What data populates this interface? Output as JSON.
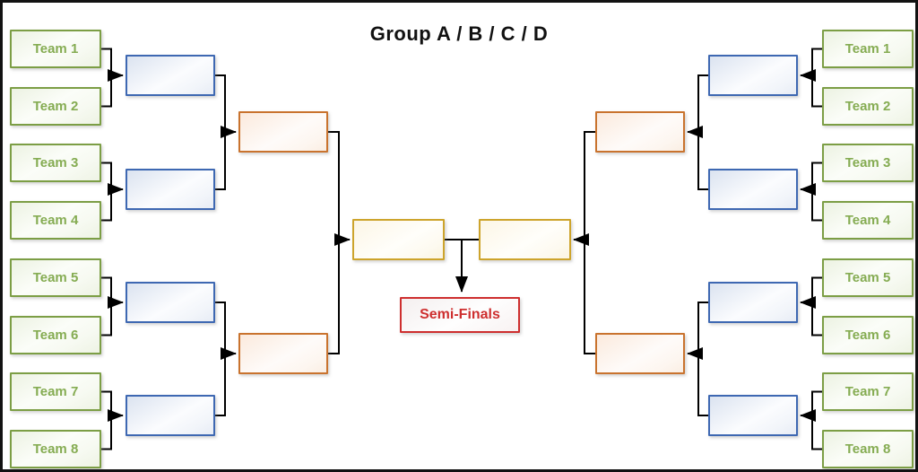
{
  "title": "Group A / B / C / D",
  "bracket": {
    "left_teams": [
      "Team 1",
      "Team 2",
      "Team 3",
      "Team 4",
      "Team 5",
      "Team 6",
      "Team 7",
      "Team 8"
    ],
    "right_teams": [
      "Team 1",
      "Team 2",
      "Team 3",
      "Team 4",
      "Team 5",
      "Team 6",
      "Team 7",
      "Team 8"
    ],
    "semifinal_label": "Semi-Finals",
    "rounds": {
      "round1_slots_per_side": 4,
      "round2_slots_per_side": 2,
      "round3_slots_per_side": 1
    }
  },
  "colors": {
    "team_border": "#7C9E45",
    "team_text": "#85AC52",
    "round1_border": "#3E68B2",
    "round2_border": "#C9732E",
    "round3_border": "#CDA42C",
    "semifinal_border": "#CE2F2F",
    "semifinal_text": "#CE2F2F",
    "connector": "#000000",
    "frame": "#121212",
    "background": "#FFFFFF"
  }
}
